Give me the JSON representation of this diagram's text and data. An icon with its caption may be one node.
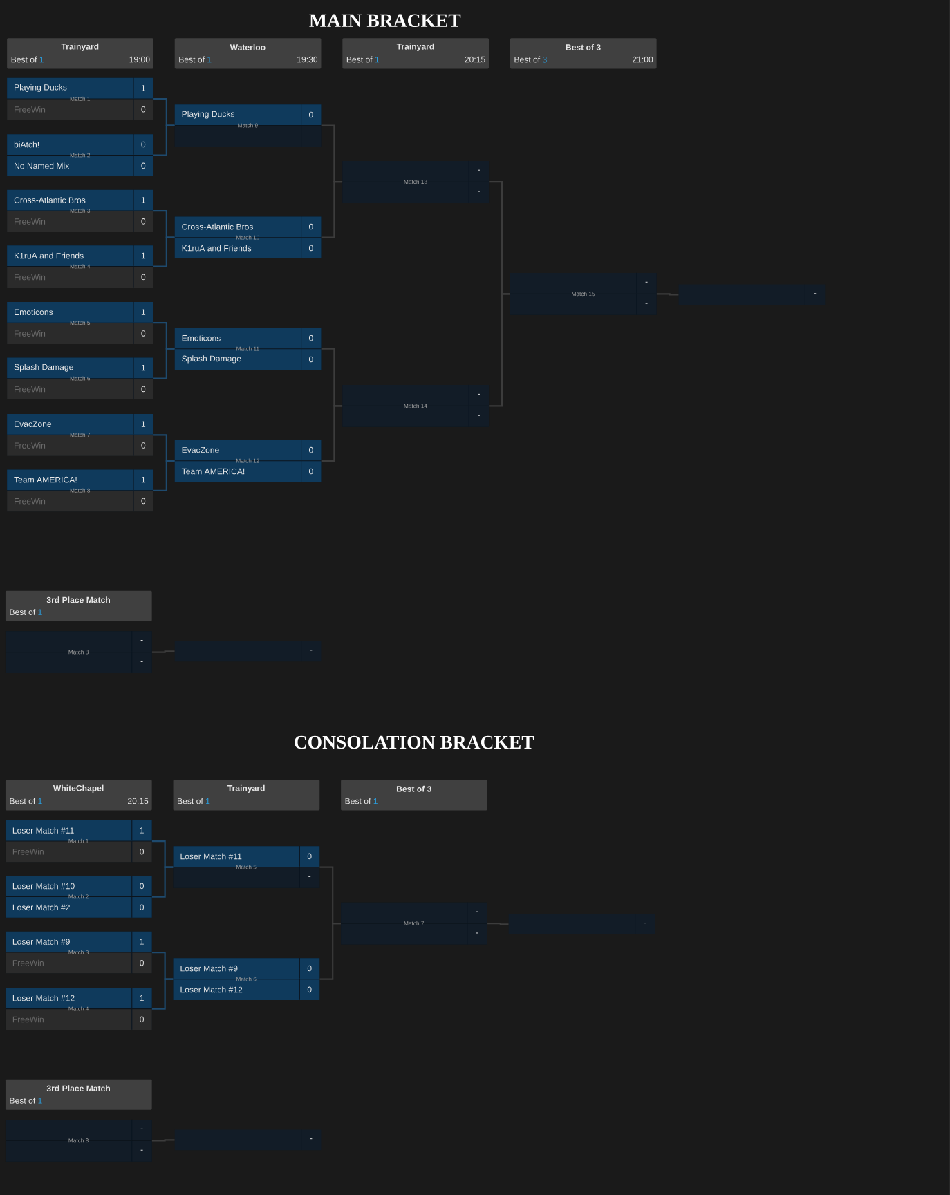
{
  "diagram": {
    "nodes": [
      {
        "text": [
          "Trainyard",
          "Best of",
          "1",
          "19:00"
        ]
      },
      {
        "text": [
          "Waterloo",
          "Best of",
          "1",
          "19:30"
        ]
      },
      {
        "text": [
          "Trainyard",
          "Best of",
          "1",
          "20:15"
        ]
      },
      {
        "text": [
          "Best of 3",
          "Best of",
          "3",
          "21:00"
        ]
      },
      {
        "text": [
          "Match 1"
        ]
      },
      {
        "text": [
          "Playing Ducks",
          "1"
        ],
        "in": 4
      },
      {
        "text": [
          "FreeWin",
          "0"
        ],
        "in": 4
      },
      {
        "text": [
          "Match 2"
        ]
      },
      {
        "text": [
          "biAtch!",
          "0"
        ],
        "in": 7
      },
      {
        "text": [
          "No Named Mix",
          "0"
        ],
        "in": 7
      },
      {
        "text": [
          "Match 3"
        ]
      },
      {
        "text": [
          "Cross-Atlantic Bros",
          "1"
        ],
        "in": 10
      },
      {
        "text": [
          "FreeWin",
          "0"
        ],
        "in": 10
      },
      {
        "text": [
          "Match 4"
        ]
      },
      {
        "text": [
          "K1ruA and Friends",
          "1"
        ],
        "in": 13
      },
      {
        "text": [
          "FreeWin",
          "0"
        ],
        "in": 13
      },
      {
        "text": [
          "Match 5"
        ]
      },
      {
        "text": [
          "Emoticons",
          "1"
        ],
        "in": 16
      },
      {
        "text": [
          "FreeWin",
          "0"
        ],
        "in": 16
      },
      {
        "text": [
          "Match 6"
        ]
      },
      {
        "text": [
          "Splash Damage",
          "1"
        ],
        "in": 19
      },
      {
        "text": [
          "FreeWin",
          "0"
        ],
        "in": 19
      },
      {
        "text": [
          "Match 7"
        ]
      },
      {
        "text": [
          "EvacZone",
          "1"
        ],
        "in": 22
      },
      {
        "text": [
          "FreeWin",
          "0"
        ],
        "in": 22
      },
      {
        "text": [
          "Match 8"
        ]
      },
      {
        "text": [
          "Team AMERICA!",
          "1"
        ],
        "in": 25
      },
      {
        "text": [
          "FreeWin",
          "0"
        ],
        "in": 25
      },
      {
        "text": [
          "Match 9"
        ]
      },
      {
        "text": [
          "Playing Ducks",
          "0"
        ],
        "in": 28
      },
      {
        "text": [
          "-"
        ],
        "in": 28
      },
      {
        "text": [
          "Match 10"
        ]
      },
      {
        "text": [
          "Cross-Atlantic Bros",
          "0"
        ],
        "in": 31
      },
      {
        "text": [
          "K1ruA and Friends",
          "0"
        ],
        "in": 31
      },
      {
        "text": [
          "Match 11"
        ]
      },
      {
        "text": [
          "Emoticons",
          "0"
        ],
        "in": 34
      },
      {
        "text": [
          "Splash Damage",
          "0"
        ],
        "in": 34
      },
      {
        "text": [
          "Match 12"
        ]
      },
      {
        "text": [
          "EvacZone",
          "0"
        ],
        "in": 37
      },
      {
        "text": [
          "Team AMERICA!",
          "0"
        ],
        "in": 37
      },
      {
        "text": [
          "Match 13"
        ]
      },
      {
        "text": [
          "-"
        ],
        "in": 40
      },
      {
        "text": [
          "-"
        ],
        "in": 40
      },
      {
        "text": [
          "Match 14"
        ]
      },
      {
        "text": [
          "-"
        ],
        "in": 43
      },
      {
        "text": [
          "-"
        ],
        "in": 43
      },
      {
        "text": [
          "Match 15"
        ]
      },
      {
        "text": [
          "-"
        ],
        "in": 46
      },
      {
        "text": [
          "-"
        ],
        "in": 46
      },
      {
        "text": [
          "-"
        ]
      },
      {
        "text": [
          "3rd Place Match",
          "Best of",
          "1"
        ]
      },
      {
        "text": [
          "Match 8"
        ]
      },
      {
        "text": [
          "-"
        ],
        "in": 51
      },
      {
        "text": [
          "-"
        ],
        "in": 51
      },
      {
        "text": [
          "-"
        ]
      },
      {
        "text": [
          "WhiteChapel",
          "Best of",
          "1",
          "20:15"
        ]
      },
      {
        "text": [
          "Trainyard",
          "Best of",
          "1"
        ]
      },
      {
        "text": [
          "Best of 3",
          "Best of",
          "1"
        ]
      },
      {
        "text": [
          "Match 1"
        ]
      },
      {
        "text": [
          "Loser Match #11",
          "1"
        ],
        "in": 58
      },
      {
        "text": [
          "FreeWin",
          "0"
        ],
        "in": 58
      },
      {
        "text": [
          "Match 2"
        ]
      },
      {
        "text": [
          "Loser Match #10",
          "0"
        ],
        "in": 61
      },
      {
        "text": [
          "Loser Match #2",
          "0"
        ],
        "in": 61
      },
      {
        "text": [
          "Match 3"
        ]
      },
      {
        "text": [
          "Loser Match #9",
          "1"
        ],
        "in": 64
      },
      {
        "text": [
          "FreeWin",
          "0"
        ],
        "in": 64
      },
      {
        "text": [
          "Match 4"
        ]
      },
      {
        "text": [
          "Loser Match #12",
          "1"
        ],
        "in": 67
      },
      {
        "text": [
          "FreeWin",
          "0"
        ],
        "in": 67
      },
      {
        "text": [
          "Match 5"
        ]
      },
      {
        "text": [
          "Loser Match #11",
          "0"
        ],
        "in": 70
      },
      {
        "text": [
          "-"
        ],
        "in": 70
      },
      {
        "text": [
          "Match 6"
        ]
      },
      {
        "text": [
          "Loser Match #9",
          "0"
        ],
        "in": 73
      },
      {
        "text": [
          "Loser Match #12",
          "0"
        ],
        "in": 73
      },
      {
        "text": [
          "Match 7"
        ]
      },
      {
        "text": [
          "-"
        ],
        "in": 76
      },
      {
        "text": [
          "-"
        ],
        "in": 76
      },
      {
        "text": [
          "-"
        ]
      },
      {
        "text": [
          "3rd Place Match",
          "Best of",
          "1"
        ]
      },
      {
        "text": [
          "Match 8"
        ]
      },
      {
        "text": [
          "-"
        ],
        "in": 81
      },
      {
        "text": [
          "-"
        ],
        "in": 81
      },
      {
        "text": [
          "-"
        ]
      }
    ],
    "edges": [
      {
        "from": 4,
        "to": 28,
        "arrow": "none",
        "color": "#1e4a6e"
      },
      {
        "from": 7,
        "to": 28,
        "arrow": "none",
        "color": "#1e4a6e"
      },
      {
        "from": 10,
        "to": 31,
        "arrow": "none",
        "color": "#1e4a6e"
      },
      {
        "from": 13,
        "to": 31,
        "arrow": "none",
        "color": "#1e4a6e"
      },
      {
        "from": 16,
        "to": 34,
        "arrow": "none",
        "color": "#1e4a6e"
      },
      {
        "from": 19,
        "to": 34,
        "arrow": "none",
        "color": "#1e4a6e"
      },
      {
        "from": 22,
        "to": 37,
        "arrow": "none",
        "color": "#1e4a6e"
      },
      {
        "from": 25,
        "to": 37,
        "arrow": "none",
        "color": "#1e4a6e"
      },
      {
        "from": 28,
        "to": 40,
        "arrow": "none"
      },
      {
        "from": 31,
        "to": 40,
        "arrow": "none"
      },
      {
        "from": 34,
        "to": 43,
        "arrow": "none"
      },
      {
        "from": 37,
        "to": 43,
        "arrow": "none"
      },
      {
        "from": 40,
        "to": 46,
        "arrow": "none"
      },
      {
        "from": 43,
        "to": 46,
        "arrow": "none"
      },
      {
        "from": 46,
        "to": 49,
        "arrow": "none"
      },
      {
        "from": 51,
        "to": 54,
        "arrow": "none"
      },
      {
        "from": 58,
        "to": 70,
        "arrow": "none",
        "color": "#1e4a6e"
      },
      {
        "from": 61,
        "to": 70,
        "arrow": "none",
        "color": "#1e4a6e"
      },
      {
        "from": 64,
        "to": 73,
        "arrow": "none",
        "color": "#1e4a6e"
      },
      {
        "from": 67,
        "to": 73,
        "arrow": "none",
        "color": "#1e4a6e"
      },
      {
        "from": 70,
        "to": 76,
        "arrow": "none"
      },
      {
        "from": 73,
        "to": 76,
        "arrow": "none"
      },
      {
        "from": 76,
        "to": 79,
        "arrow": "none"
      },
      {
        "from": 81,
        "to": 84,
        "arrow": "none"
      }
    ],
    "labels": [
      "MAIN BRACKET",
      "CONSOLATION BRACKET"
    ]
  }
}
